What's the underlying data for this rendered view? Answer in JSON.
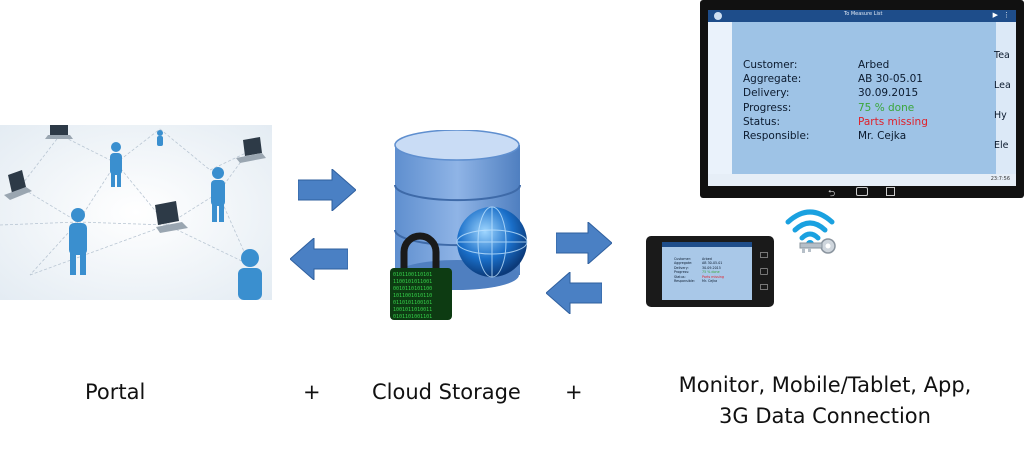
{
  "labels": {
    "portal": "Portal",
    "plus": "+",
    "cloud_storage": "Cloud Storage",
    "devices_line1": "Monitor, Mobile/Tablet, App,",
    "devices_line2": "3G Data Connection"
  },
  "monitor": {
    "app_title": "To Measure List",
    "rows": [
      {
        "label": "Customer:",
        "value": "Arbed",
        "color": "#0b1a2e"
      },
      {
        "label": "Aggregate:",
        "value": "AB 30-05.01",
        "color": "#0b1a2e"
      },
      {
        "label": "Delivery:",
        "value": "30.09.2015",
        "color": "#0b1a2e"
      },
      {
        "label": "Progress:",
        "value": "75 % done",
        "color": "#3aa63a"
      },
      {
        "label": "Status:",
        "value": "Parts missing",
        "color": "#e0202a"
      },
      {
        "label": "Responsible:",
        "value": "Mr. Cejka",
        "color": "#0b1a2e"
      }
    ],
    "right_labels": [
      "Tea",
      "Lea",
      "Hy",
      "Ele"
    ],
    "clock": "23:7:56"
  },
  "tablet": {
    "rows": [
      {
        "label": "Customer:",
        "value": "Arbed",
        "color": "#0b1a2e"
      },
      {
        "label": "Aggregate:",
        "value": "AB 30-05.01",
        "color": "#0b1a2e"
      },
      {
        "label": "Delivery:",
        "value": "30.09.2015",
        "color": "#0b1a2e"
      },
      {
        "label": "Progress:",
        "value": "75 % done",
        "color": "#3aa63a"
      },
      {
        "label": "Status:",
        "value": "Parts missing",
        "color": "#e0202a"
      },
      {
        "label": "Responsible:",
        "value": "Mr. Cejka",
        "color": "#0b1a2e"
      }
    ]
  },
  "colors": {
    "arrow": "#4a80c4",
    "person": "#3a8fcf",
    "db_top": "#a9c6ee",
    "db_body": "#6e9dd8"
  }
}
